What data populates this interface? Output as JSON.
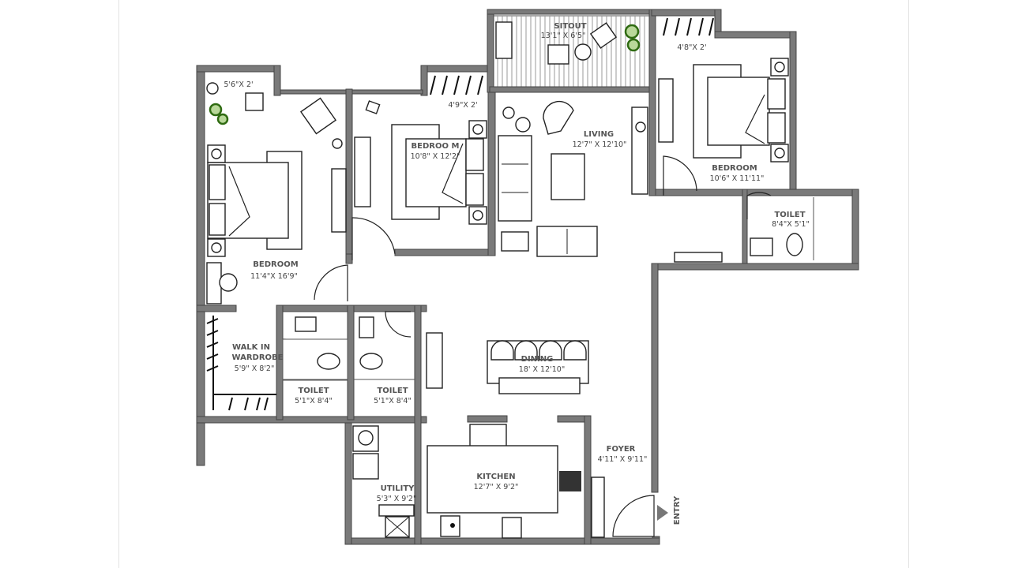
{
  "rooms": {
    "bedroom_left": {
      "name": "BEDROOM",
      "size": "11'4\"X 16'9\""
    },
    "bedroom_left_niche": {
      "size": "5'6\"X 2'"
    },
    "bedroom_middle": {
      "name": "BEDROO M",
      "size": "10'8\" X 12'2\""
    },
    "bedroom_middle_wardrobe": {
      "size": "4'9\"X 2'"
    },
    "sitout": {
      "name": "SITOUT",
      "size": "13'1\" X 6'5\""
    },
    "living": {
      "name": "LIVING",
      "size": "12'7\" X 12'10\""
    },
    "bedroom_right": {
      "name": "BEDROOM",
      "size": "10'6\" X 11'11\""
    },
    "bedroom_right_wardrobe": {
      "size": "4'8\"X 2'"
    },
    "toilet_right": {
      "name": "TOILET",
      "size": "8'4\"X 5'1\""
    },
    "walk_in": {
      "name1": "WALK IN",
      "name2": "WARDROBE",
      "size": "5'9\" X 8'2\""
    },
    "toilet_a": {
      "name": "TOILET",
      "size": "5'1\"X 8'4\""
    },
    "toilet_b": {
      "name": "TOILET",
      "size": "5'1\"X 8'4\""
    },
    "dining": {
      "name": "DINING",
      "size": "18' X 12'10\""
    },
    "utility": {
      "name": "UTILITY",
      "size": "5'3\" X 9'2\""
    },
    "kitchen": {
      "name": "KITCHEN",
      "size": "12'7\" X 9'2\""
    },
    "foyer": {
      "name": "FOYER",
      "size": "4'11\" X 9'11\""
    }
  },
  "entry": {
    "label": "ENTRY"
  },
  "colors": {
    "wall": "#7a7a7a",
    "plant": "#2f6b12"
  }
}
